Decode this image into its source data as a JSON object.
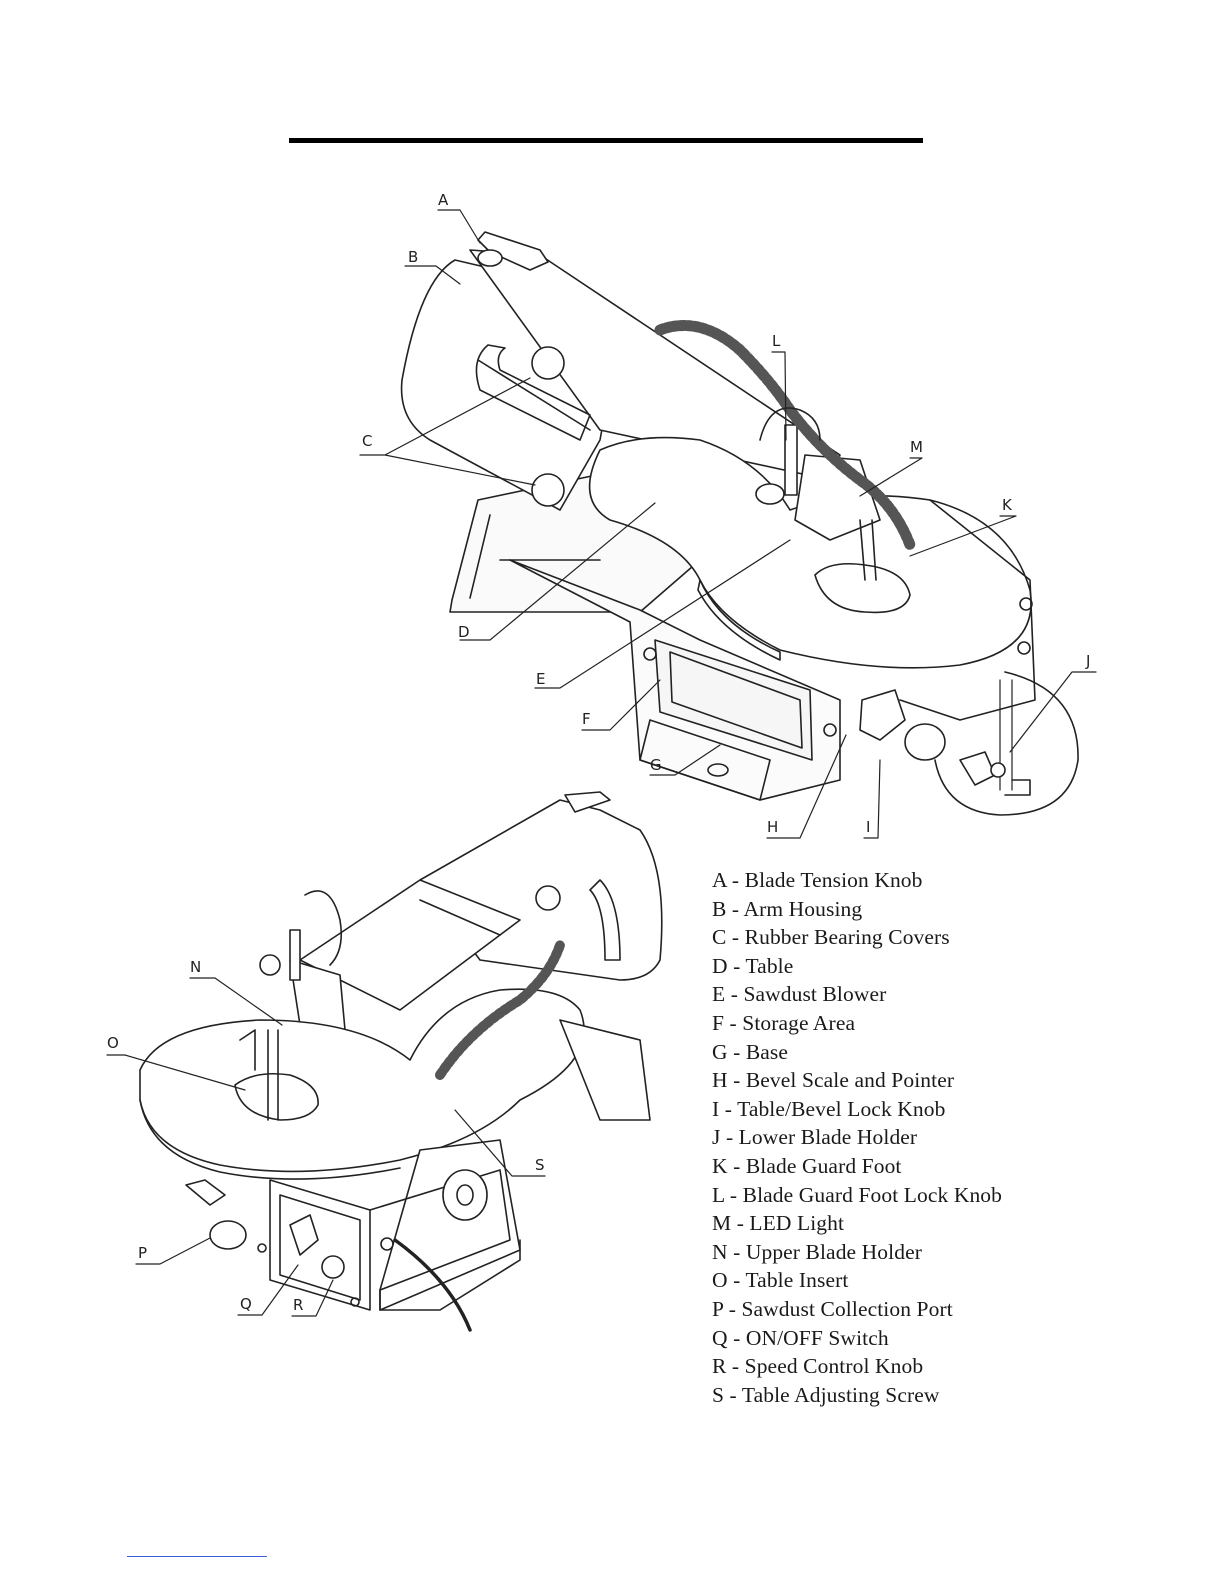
{
  "callouts": {
    "A": "A",
    "B": "B",
    "C": "C",
    "D": "D",
    "E": "E",
    "F": "F",
    "G": "G",
    "H": "H",
    "I": "I",
    "J": "J",
    "K": "K",
    "L": "L",
    "M": "M",
    "N": "N",
    "O": "O",
    "P": "P",
    "Q": "Q",
    "R": "R",
    "S": "S"
  },
  "legend": [
    "A - Blade Tension Knob",
    "B - Arm Housing",
    "C - Rubber Bearing Covers",
    "D - Table",
    "E - Sawdust Blower",
    "F - Storage Area",
    "G - Base",
    "H - Bevel Scale and Pointer",
    "I - Table/Bevel Lock Knob",
    "J - Lower Blade Holder",
    "K - Blade Guard Foot",
    "L - Blade Guard Foot Lock Knob",
    "M - LED Light",
    "N - Upper Blade Holder",
    "O - Table Insert",
    "P - Sawdust Collection Port",
    "Q - ON/OFF Switch",
    "R - Speed Control Knob",
    "S - Table Adjusting Screw"
  ]
}
